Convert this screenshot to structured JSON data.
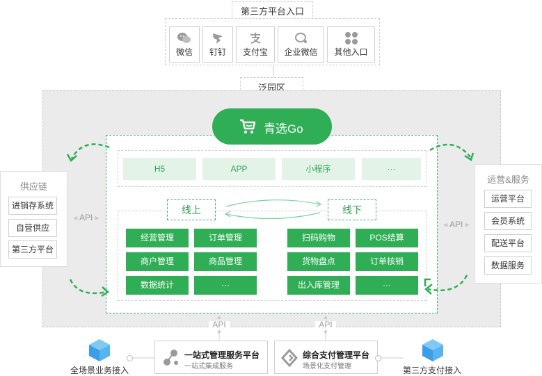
{
  "top": {
    "title": "第三方平台入口",
    "entries": [
      {
        "label": "微信",
        "icon": "wechat-icon"
      },
      {
        "label": "钉钉",
        "icon": "dingtalk-icon"
      },
      {
        "label": "支付宝",
        "icon": "alipay-icon"
      },
      {
        "label": "企业微信",
        "icon": "wecom-icon"
      },
      {
        "label": "其他入口",
        "icon": "grid-icon"
      }
    ]
  },
  "park": {
    "label": "泛园区"
  },
  "brand": {
    "name": "青选Go",
    "icon": "cart-icon",
    "color": "#2fae55"
  },
  "platforms": [
    "H5",
    "APP",
    "小程序",
    "···"
  ],
  "online": {
    "label": "线上",
    "items": [
      "经营管理",
      "订单管理",
      "商户管理",
      "商品管理",
      "数据统计",
      "···"
    ]
  },
  "offline": {
    "label": "线下",
    "items": [
      "扫码购物",
      "POS结算",
      "货物盘点",
      "订单核销",
      "出入库管理",
      "···"
    ]
  },
  "supply": {
    "title": "供应链",
    "items": [
      "进销存系统",
      "自营供应",
      "第三方平台"
    ]
  },
  "ops": {
    "title": "运营&服务",
    "items": [
      "运营平台",
      "会员系统",
      "配送平台",
      "数据服务"
    ]
  },
  "api_label": "API",
  "bottom": {
    "left_label": "全场景业务接入",
    "right_label": "第三方支付接入",
    "mgmt": {
      "title": "一站式管理服务平台",
      "sub": "一站式集成服务",
      "icon": "nodes-icon"
    },
    "pay": {
      "title": "综合支付管理平台",
      "sub": "场景化支付管理",
      "icon": "diamond-icon"
    },
    "cube_icon": "cube-icon"
  },
  "colors": {
    "accent": "#2fae55",
    "light": "#e4f3e8",
    "gray_bg": "#ebebeb"
  }
}
